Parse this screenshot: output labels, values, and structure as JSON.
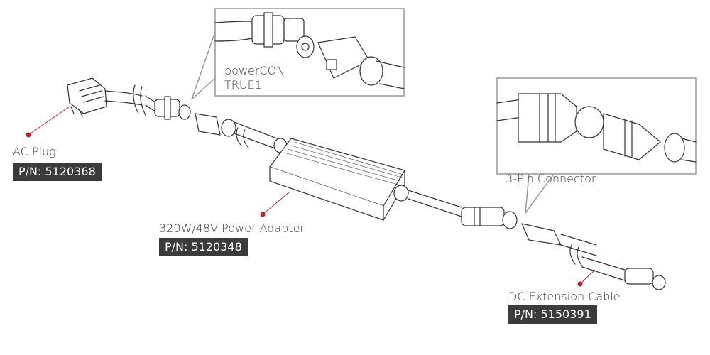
{
  "callouts": {
    "ac_plug": {
      "name": "AC Plug",
      "part_number": "P/N: 5120368"
    },
    "power_adapter": {
      "name": "320W/48V Power Adapter",
      "part_number": "P/N: 5120348"
    },
    "dc_extension": {
      "name": "DC Extension Cable",
      "part_number": "P/N: 5150391"
    }
  },
  "insets": {
    "powercon": {
      "line1": "powerCON",
      "line2": "TRUE1"
    },
    "three_pin": {
      "label": "3-Pin Connector"
    }
  },
  "colors": {
    "marker": "#c0202f",
    "badge": "#3b3b3b",
    "line": "#333333"
  }
}
